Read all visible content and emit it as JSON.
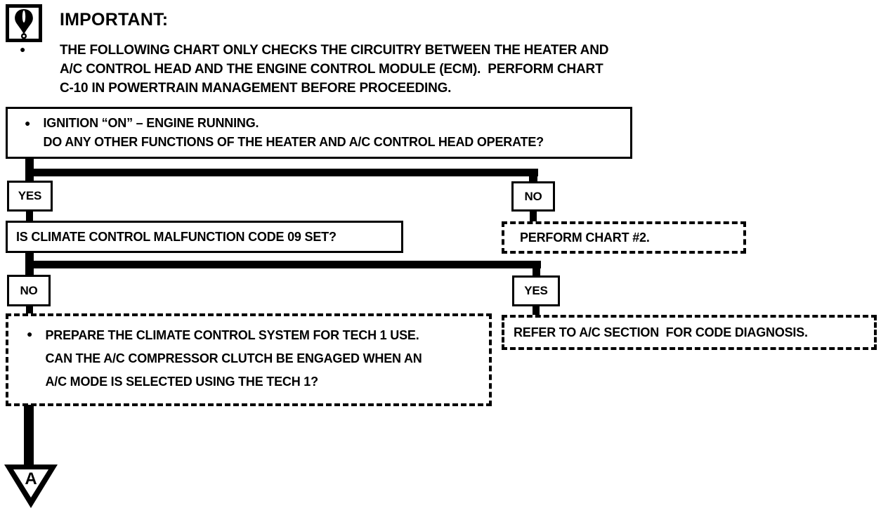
{
  "colors": {
    "ink": "#000000",
    "paper": "#ffffff"
  },
  "header": {
    "icon": "alert-exclamation",
    "title": "IMPORTANT:",
    "bullet": "●",
    "note_lines": [
      "THE FOLLOWING CHART ONLY CHECKS THE CIRCUITRY BETWEEN THE HEATER AND",
      "A/C CONTROL HEAD AND THE ENGINE CONTROL MODULE (ECM).  PERFORM CHART",
      "C-10 IN POWERTRAIN MANAGEMENT BEFORE PROCEEDING."
    ]
  },
  "flow": {
    "q1": {
      "bullet": "●",
      "line1": "IGNITION “ON” – ENGINE RUNNING.",
      "line2": "DO ANY OTHER FUNCTIONS OF THE HEATER AND A/C CONTROL HEAD OPERATE?"
    },
    "b1_yes": "YES",
    "b1_no": "NO",
    "chart2": "PERFORM CHART #2.",
    "q2": "IS CLIMATE CONTROL MALFUNCTION CODE 09 SET?",
    "b2_no": "NO",
    "b2_yes": "YES",
    "refer": "REFER TO A/C SECTION  FOR CODE DIAGNOSIS.",
    "tech1": {
      "bullet": "●",
      "line1": "PREPARE THE CLIMATE CONTROL SYSTEM FOR TECH 1 USE.",
      "line2": "CAN THE A/C COMPRESSOR CLUTCH BE ENGAGED WHEN AN",
      "line3": "A/C MODE IS SELECTED USING THE TECH 1?"
    },
    "offpage_label": "A"
  }
}
